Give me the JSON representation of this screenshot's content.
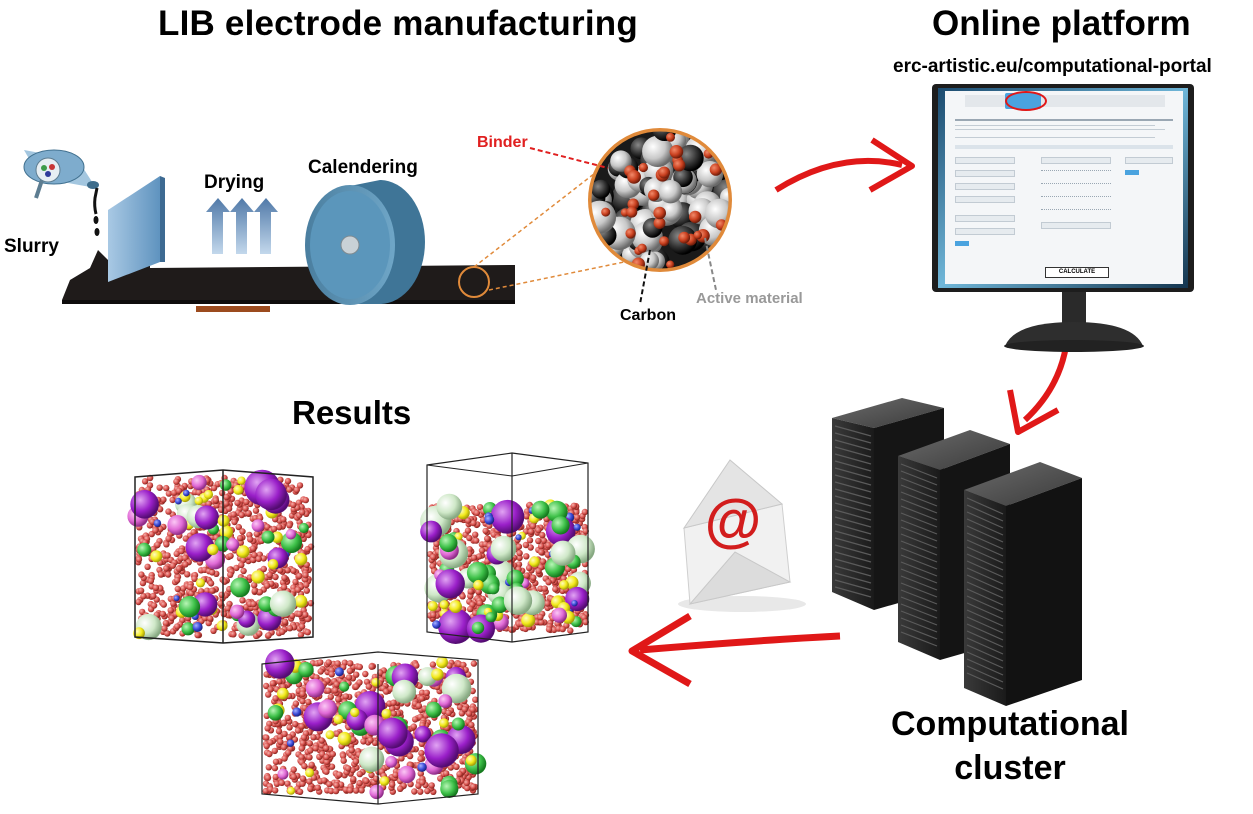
{
  "titles": {
    "main": "LIB electrode manufacturing",
    "platform": "Online platform",
    "portal_url": "erc-artistic.eu/computational-portal",
    "results": "Results",
    "cluster_line1": "Computational",
    "cluster_line2": "cluster"
  },
  "labels": {
    "slurry": "Slurry",
    "drying": "Drying",
    "calendering": "Calendering",
    "binder": "Binder",
    "carbon": "Carbon",
    "active_material": "Active material"
  },
  "screen": {
    "calculate": "CALCULATE"
  },
  "icons": [
    "slurry-pour-icon",
    "doctor-blade-icon",
    "drying-arrow-icon",
    "calender-roller-icon",
    "magnifier-icon",
    "monitor-icon",
    "server-rack-icon",
    "email-envelope-icon",
    "flow-arrow-icon"
  ],
  "colors": {
    "arrow": "#e01818",
    "binder_label": "#e02020",
    "active_label": "#999999",
    "roller": "#5a93b7",
    "particle_red": "#d9534f",
    "particle_green": "#3fc24a",
    "particle_purple": "#9a1fc9",
    "particle_yellow": "#f2ea1a",
    "particle_pale": "#cfe8c8",
    "particle_pink": "#e06ad6",
    "particle_blue": "#3b4bd8"
  }
}
